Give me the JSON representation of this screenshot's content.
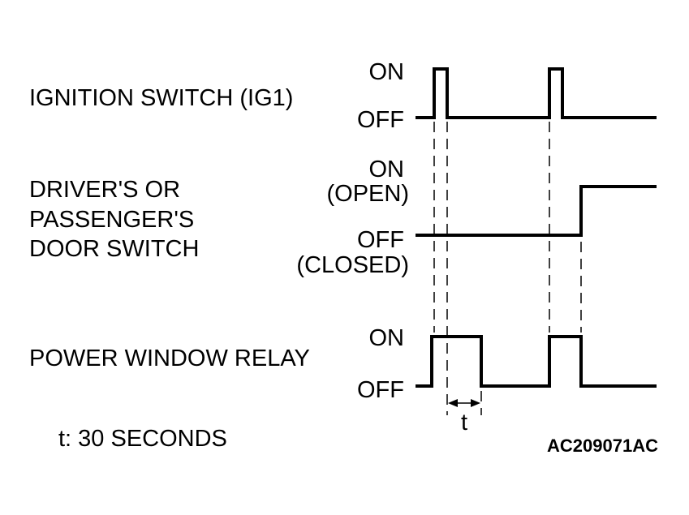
{
  "signals": [
    {
      "name": "ignition-switch",
      "label_lines": [
        "IGNITION SWITCH (IG1)"
      ],
      "on_label": [
        "ON"
      ],
      "off_label": [
        "OFF"
      ]
    },
    {
      "name": "door-switch",
      "label_lines": [
        "DRIVER'S OR",
        "PASSENGER'S",
        "DOOR SWITCH"
      ],
      "on_label": [
        "ON",
        "(OPEN)"
      ],
      "off_label": [
        "OFF",
        "(CLOSED)"
      ]
    },
    {
      "name": "power-window-relay",
      "label_lines": [
        "POWER WINDOW RELAY"
      ],
      "on_label": [
        "ON"
      ],
      "off_label": [
        "OFF"
      ]
    }
  ],
  "interval_marker": "t",
  "legend": "t: 30 SECONDS",
  "figure_code": "AC209071AC",
  "colors": {
    "line": "#000000",
    "background": "#ffffff"
  }
}
